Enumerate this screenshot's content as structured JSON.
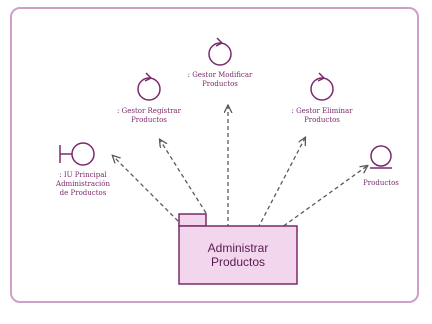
{
  "colors": {
    "border": "#cf9fc9",
    "stroke": "#7a2a6c",
    "package_fill": "#f1d6ee",
    "arrow": "#5a5a5a"
  },
  "diagram": {
    "package": {
      "label": "Administrar\nProductos"
    },
    "elements": [
      {
        "kind": "control",
        "label": ": Gestor Modificar\nProductos"
      },
      {
        "kind": "control",
        "label": ": Gestor Registrar\nProductos"
      },
      {
        "kind": "control",
        "label": ": Gestor Eliminar\nProductos"
      },
      {
        "kind": "boundary",
        "label": ": IU Principal\nAdministración\nde Productos"
      },
      {
        "kind": "entity",
        "label": "Productos"
      }
    ]
  }
}
